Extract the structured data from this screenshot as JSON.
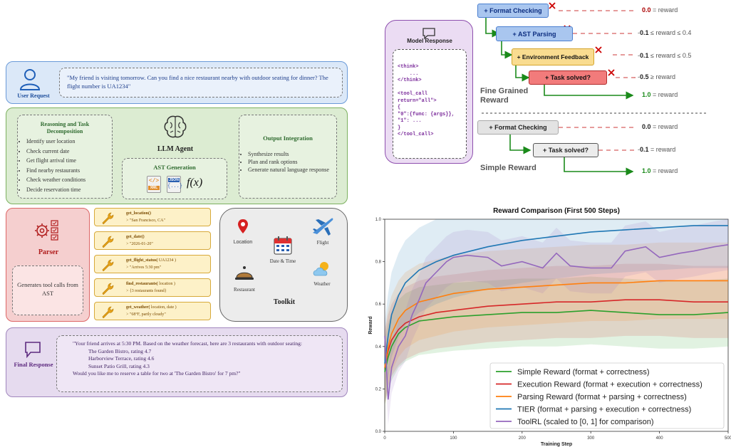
{
  "user_request": {
    "label": "User Request",
    "text": "\"My friend is visiting tomorrow. Can you find a nice restaurant nearby with outdoor seating for dinner? The flight number is UA1234\""
  },
  "agent": {
    "reasoning_title": "Reasoning and Task Decomposition",
    "reasoning_items": [
      "Identify user location",
      "Check current date",
      "Get flight arrival time",
      "Find nearby restaurants",
      "Check weather conditions",
      "Decide reservation time"
    ],
    "center_title": "LLM Agent",
    "ast_title": "AST Generation",
    "ast_icons": [
      "XML",
      "JSON",
      "f(x)"
    ],
    "output_title": "Output Integration",
    "output_items": [
      "Synthesize results",
      "Plan and rank options",
      "Generate natural language response"
    ]
  },
  "parser": {
    "title": "Parser",
    "text": "Generates tool calls from AST"
  },
  "tool_calls": [
    {
      "fn": "get_location()",
      "fn_arg": "",
      "result": "> \"San Francisco, CA\""
    },
    {
      "fn": "get_date()",
      "fn_arg": "",
      "result": "> \"2026-01-20\""
    },
    {
      "fn": "get_flight_status(",
      "fn_arg": " UA1234 )",
      "result": "> \"Arrives 5:30 pm\""
    },
    {
      "fn": "find_restaurants(",
      "fn_arg": " location )",
      "result": "> {3 restaurants found}"
    },
    {
      "fn": "get_weather(",
      "fn_arg": " location, date )",
      "result": "> \"68°F, partly cloudy\""
    }
  ],
  "toolkit": {
    "title": "Toolkit",
    "items": [
      "Location",
      "Date & Time",
      "Flight",
      "Restaurant",
      "Weather"
    ]
  },
  "final": {
    "label": "Final Response",
    "line1": "\"Your friend arrives at 5:30 PM. Based on the weather forecast, here are 3 restaurants with outdoor seating:",
    "r1": "The Garden Bistro, rating 4.7",
    "r2": "Harborview Terrace, rating 4.6",
    "r3": "Sunset Patio Grill, rating 4.3",
    "line2": "Would you like me to reserve a table for two at 'The Garden Bistro' for 7 pm?\""
  },
  "model_response": {
    "title": "Model Response",
    "code": [
      "<think>",
      "    ...",
      "</think>",
      "",
      "<tool_call",
      "return=\"all\">",
      "{",
      "\"0\":{func: {args}},",
      "\"1\": ...",
      "}",
      "</tool_call>"
    ]
  },
  "fine_grained": {
    "label": "Fine Grained Reward",
    "steps": [
      {
        "box": "+ Format Checking",
        "reward": "0.0",
        "suffix": " = reward"
      },
      {
        "box": "+ AST Parsing",
        "reward": "0.1",
        "prefix": "-",
        "suffix": " ≤ reward ≤ 0.4"
      },
      {
        "box": "+ Environment Feedback",
        "reward": "0.1",
        "prefix": "-",
        "suffix": " ≤ reward ≤ 0.5"
      },
      {
        "box": "+ Task solved?",
        "reward": "0.5",
        "prefix": "-",
        "suffix": " ≥ reward"
      }
    ],
    "final_reward": "1.0",
    "final_suffix": " = reward"
  },
  "simple": {
    "label": "Simple Reward",
    "steps": [
      {
        "box": "+ Format Checking",
        "reward": "0.0",
        "suffix": " = reward"
      },
      {
        "box": "+ Task solved?",
        "reward": "0.1",
        "prefix": "-",
        "suffix": " = reward"
      }
    ],
    "final_reward": "1.0",
    "final_suffix": " = reward"
  },
  "colors": {
    "green_arrow": "#1a8a1a",
    "red_x": "#cc0000"
  },
  "chart_data": {
    "type": "line",
    "title": "Reward Comparison (First 500 Steps)",
    "xlabel": "Training Step",
    "ylabel": "Reward",
    "xlim": [
      0,
      500
    ],
    "ylim": [
      0.0,
      1.0
    ],
    "xticks": [
      0,
      100,
      200,
      300,
      400,
      500
    ],
    "yticks": [
      0.0,
      0.2,
      0.4,
      0.6,
      0.8,
      1.0
    ],
    "legend_position": "lower-right",
    "series": [
      {
        "name": "Simple Reward (format + correctness)",
        "color": "#2ca02c",
        "x": [
          0,
          5,
          10,
          20,
          30,
          50,
          75,
          100,
          150,
          200,
          250,
          300,
          350,
          400,
          450,
          500
        ],
        "values": [
          0.28,
          0.35,
          0.4,
          0.46,
          0.49,
          0.52,
          0.53,
          0.54,
          0.55,
          0.56,
          0.56,
          0.57,
          0.56,
          0.55,
          0.55,
          0.56
        ],
        "band": 0.16
      },
      {
        "name": "Execution Reward (format + execution + correctness)",
        "color": "#d62728",
        "x": [
          0,
          5,
          10,
          20,
          30,
          50,
          75,
          100,
          150,
          200,
          250,
          300,
          350,
          400,
          450,
          500
        ],
        "values": [
          0.3,
          0.38,
          0.43,
          0.48,
          0.51,
          0.54,
          0.56,
          0.57,
          0.59,
          0.6,
          0.61,
          0.61,
          0.62,
          0.62,
          0.61,
          0.61
        ],
        "band": 0.17
      },
      {
        "name": "Parsing Reward (format + parsing + correctness)",
        "color": "#ff7f0e",
        "x": [
          0,
          5,
          10,
          20,
          30,
          50,
          75,
          100,
          150,
          200,
          250,
          300,
          350,
          400,
          450,
          500
        ],
        "values": [
          0.3,
          0.4,
          0.46,
          0.53,
          0.57,
          0.61,
          0.63,
          0.65,
          0.67,
          0.68,
          0.69,
          0.7,
          0.7,
          0.71,
          0.71,
          0.71
        ],
        "band": 0.18
      },
      {
        "name": "TIER (format + parsing + execution + correctness)",
        "color": "#1f77b4",
        "x": [
          0,
          5,
          10,
          20,
          30,
          50,
          75,
          100,
          150,
          200,
          250,
          300,
          350,
          400,
          450,
          500
        ],
        "values": [
          0.32,
          0.45,
          0.55,
          0.64,
          0.7,
          0.76,
          0.8,
          0.83,
          0.87,
          0.9,
          0.92,
          0.94,
          0.95,
          0.96,
          0.97,
          0.97
        ],
        "band": 0.2
      },
      {
        "name": "ToolRL (scaled to [0, 1] for comparison)",
        "color": "#9467bd",
        "x": [
          0,
          5,
          10,
          20,
          30,
          40,
          50,
          60,
          75,
          90,
          100,
          120,
          150,
          170,
          200,
          230,
          250,
          270,
          300,
          330,
          350,
          380,
          400,
          430,
          450,
          480,
          500
        ],
        "values": [
          0.45,
          0.15,
          0.3,
          0.4,
          0.45,
          0.55,
          0.62,
          0.7,
          0.75,
          0.8,
          0.82,
          0.83,
          0.82,
          0.78,
          0.8,
          0.77,
          0.84,
          0.78,
          0.77,
          0.77,
          0.85,
          0.87,
          0.82,
          0.84,
          0.85,
          0.87,
          0.88
        ],
        "band": 0.12
      }
    ]
  }
}
